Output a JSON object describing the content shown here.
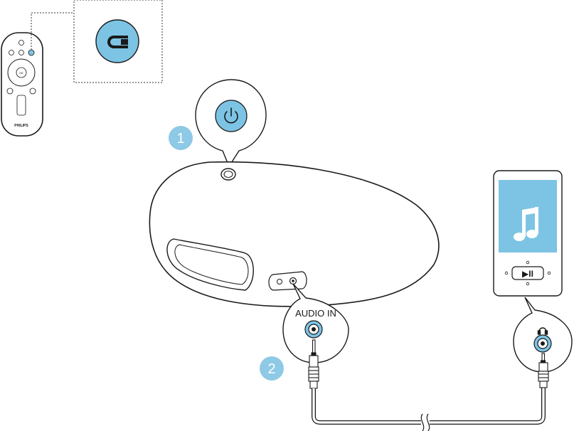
{
  "remote": {
    "brand": "PHILIPS",
    "center_key": "OK"
  },
  "steps": [
    {
      "number": "1"
    },
    {
      "number": "2"
    }
  ],
  "audio_in": {
    "label": "AUDIO IN"
  },
  "player": {
    "play_pause_glyph": "▶II"
  },
  "colors": {
    "accent": "#7dc4e4",
    "step_badge": "#8ec9e6",
    "outline": "#1a1a1a"
  },
  "icons": {
    "remote_highlight": "input-source-icon",
    "power": "power-icon",
    "music": "music-note-icon",
    "headphone": "headphone-icon"
  }
}
